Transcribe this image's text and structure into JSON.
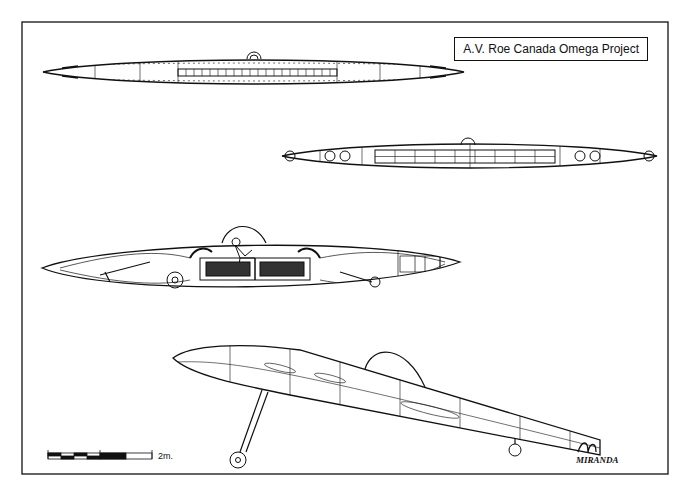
{
  "diagram": {
    "title": "A.V. Roe Canada Omega Project",
    "labels": [
      "2m.",
      "MIRANDA"
    ]
  }
}
